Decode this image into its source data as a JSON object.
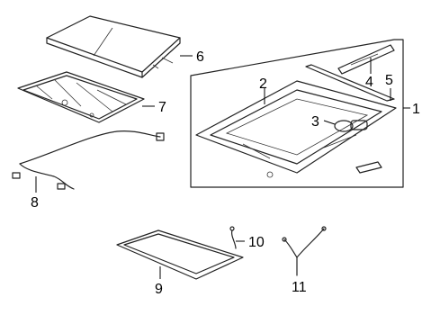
{
  "diagram": {
    "callouts": {
      "c1": "1",
      "c2": "2",
      "c3": "3",
      "c4": "4",
      "c5": "5",
      "c6": "6",
      "c7": "7",
      "c8": "8",
      "c9": "9",
      "c10": "10",
      "c11": "11"
    },
    "parts": [
      {
        "callout": "1",
        "icon": "sunroof-housing-assembly"
      },
      {
        "callout": "2",
        "icon": "sunroof-frame"
      },
      {
        "callout": "3",
        "icon": "sunroof-motor"
      },
      {
        "callout": "4",
        "icon": "wind-deflector"
      },
      {
        "callout": "5",
        "icon": "guide-rail"
      },
      {
        "callout": "6",
        "icon": "glass-panel"
      },
      {
        "callout": "7",
        "icon": "sunshade"
      },
      {
        "callout": "8",
        "icon": "wiring-harness"
      },
      {
        "callout": "9",
        "icon": "weatherstrip-seal"
      },
      {
        "callout": "10",
        "icon": "drain-hose-front"
      },
      {
        "callout": "11",
        "icon": "drain-hose-rear"
      }
    ]
  }
}
